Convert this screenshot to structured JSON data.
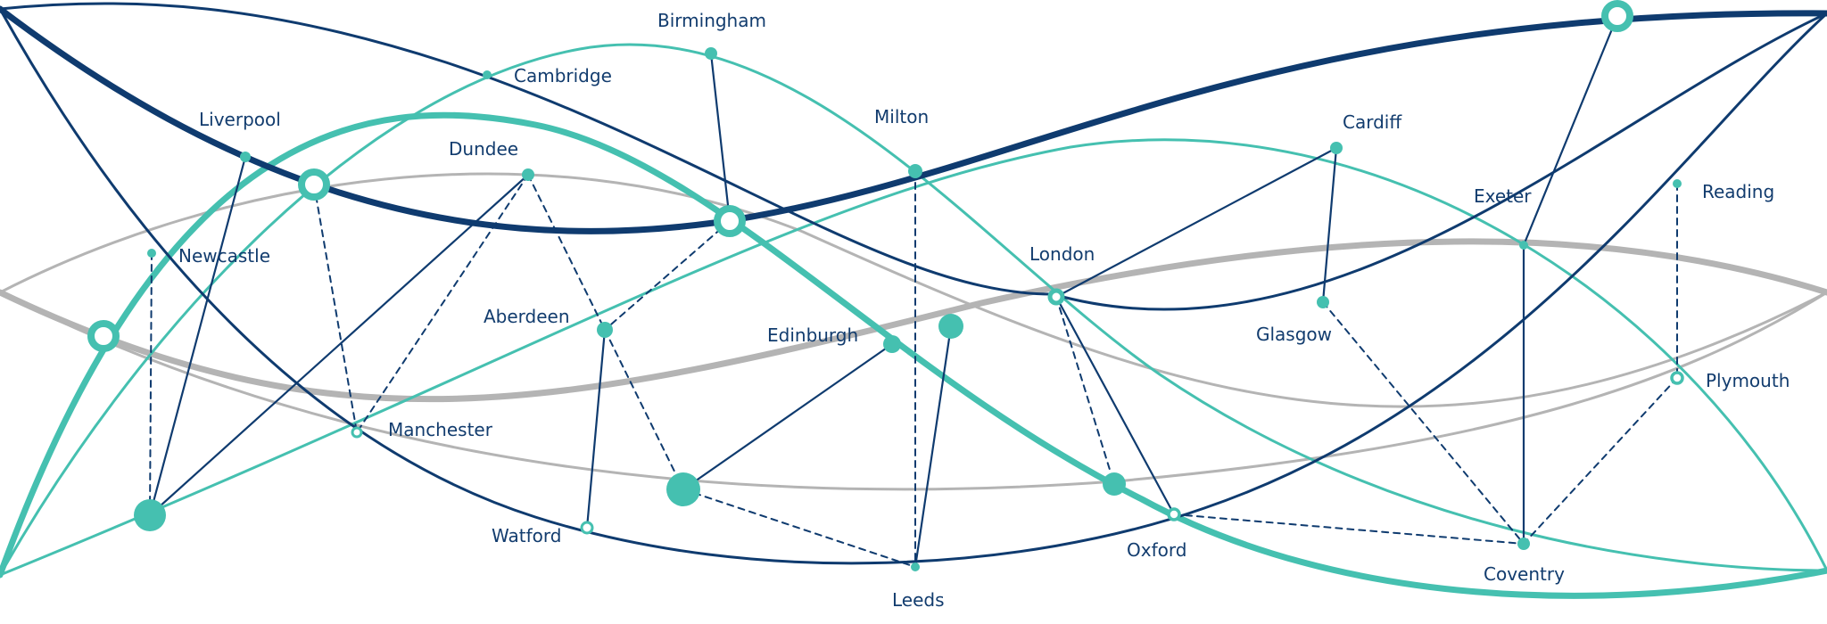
{
  "colors": {
    "navy": "#0f3b6f",
    "teal": "#45c0b0",
    "grey": "#b4b4b4",
    "label": "#123c6e"
  },
  "nodes": [
    {
      "id": "birmingham",
      "label": "Birmingham"
    },
    {
      "id": "cambridge",
      "label": "Cambridge"
    },
    {
      "id": "milton",
      "label": "Milton"
    },
    {
      "id": "liverpool",
      "label": "Liverpool"
    },
    {
      "id": "dundee",
      "label": "Dundee"
    },
    {
      "id": "cardiff",
      "label": "Cardiff"
    },
    {
      "id": "exeter",
      "label": "Exeter"
    },
    {
      "id": "reading",
      "label": "Reading"
    },
    {
      "id": "newcastle",
      "label": "Newcastle"
    },
    {
      "id": "london",
      "label": "London"
    },
    {
      "id": "aberdeen",
      "label": "Aberdeen"
    },
    {
      "id": "edinburgh",
      "label": "Edinburgh"
    },
    {
      "id": "glasgow",
      "label": "Glasgow"
    },
    {
      "id": "plymouth",
      "label": "Plymouth"
    },
    {
      "id": "manchester",
      "label": "Manchester"
    },
    {
      "id": "watford",
      "label": "Watford"
    },
    {
      "id": "oxford",
      "label": "Oxford"
    },
    {
      "id": "coventry",
      "label": "Coventry"
    },
    {
      "id": "leeds",
      "label": "Leeds"
    }
  ]
}
